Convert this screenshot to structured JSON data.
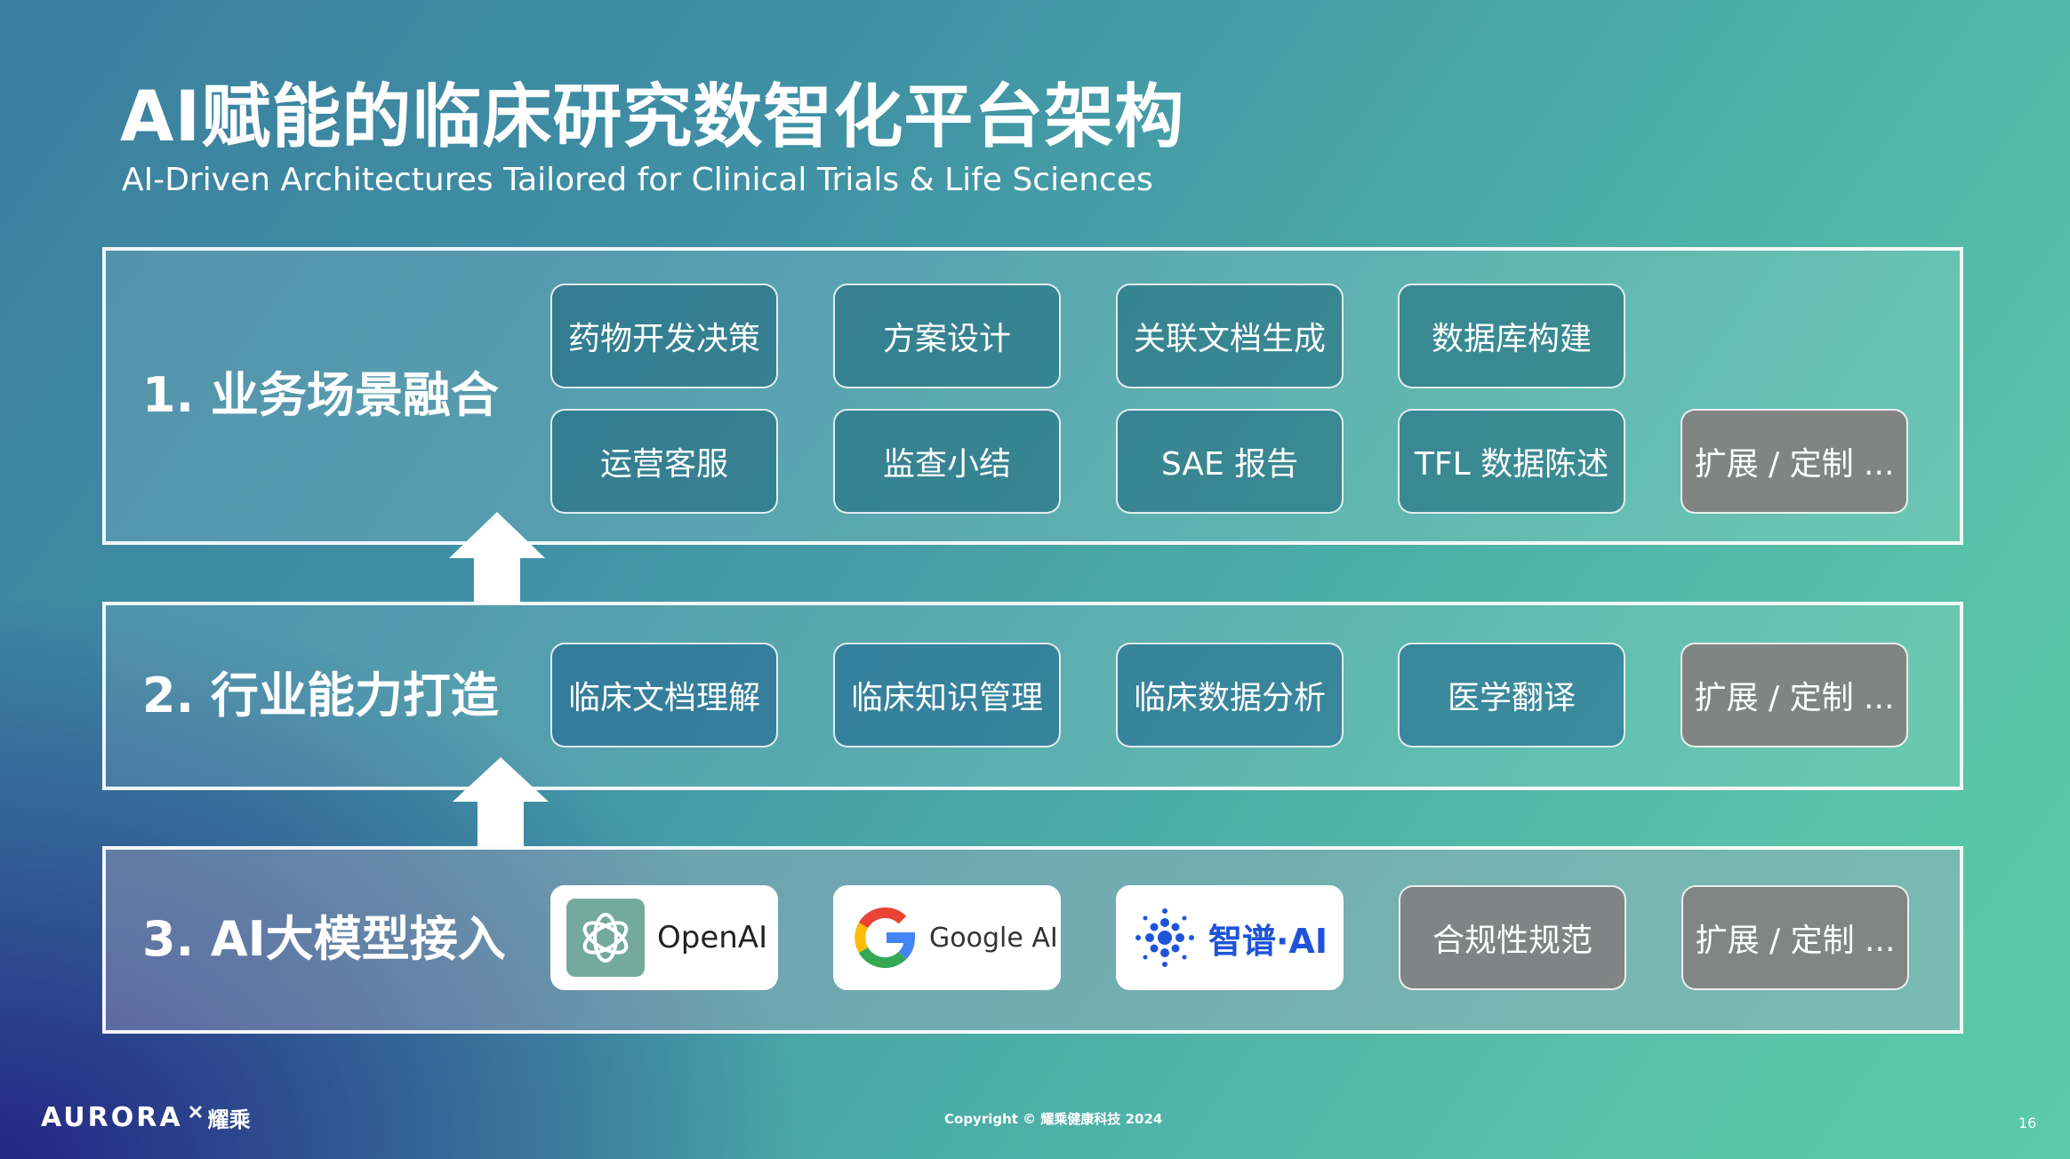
{
  "title": "AI赋能的临床研究数智化平台架构",
  "subtitle": "AI-Driven Architectures Tailored for Clinical Trials & Life Sciences",
  "layers": [
    {
      "label": "1. 业务场景融合",
      "row1": [
        "药物开发决策",
        "方案设计",
        "关联文档生成",
        "数据库构建"
      ],
      "row2": [
        "运营客服",
        "监查小结",
        "SAE 报告",
        "TFL 数据陈述"
      ],
      "extend": "扩展 / 定制 ..."
    },
    {
      "label": "2. 行业能力打造",
      "items": [
        "临床文档理解",
        "临床知识管理",
        "临床数据分析",
        "医学翻译"
      ],
      "extend": "扩展 / 定制 ..."
    },
    {
      "label": "3. AI大模型接入",
      "providers": [
        {
          "name": "OpenAI",
          "icon": "openai-icon"
        },
        {
          "name": "Google AI",
          "icon": "google-icon"
        },
        {
          "name": "智谱·AI",
          "icon": "zhipu-icon"
        }
      ],
      "compliance": "合规性规范",
      "extend": "扩展 / 定制 ..."
    }
  ],
  "footer": {
    "brand": "AURORA",
    "brand_cn": "耀乘",
    "copyright": "Copyright © 耀乘健康科技 2024",
    "page_number": "16"
  },
  "colors": {
    "openai_tile": "#74aa9c",
    "google_blue": "#4285F4",
    "zhipu_blue": "#1f54d8",
    "extend_gray": "#828282"
  }
}
